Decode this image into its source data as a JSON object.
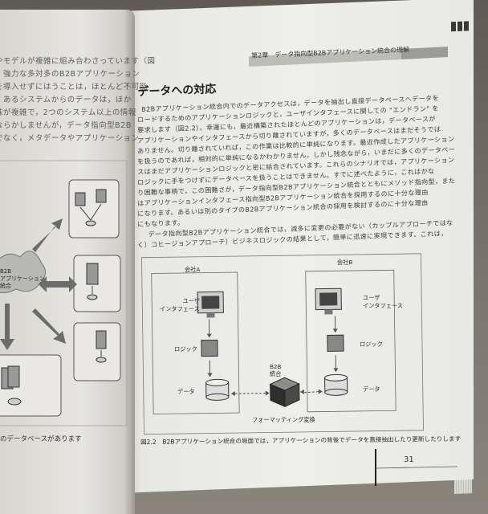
{
  "right_page": {
    "running_head": "第2章　データ指向型B2Bアプリケーション統合の理解",
    "section_title": "データへの対応",
    "body_lines": [
      "B2Bアプリケーション統合内でのデータアクセスは，データを抽出し直接データベースへデータを",
      "ロードするためのアプリケーションロジックと，ユーザインタフェースに関しての \"エンドラン\" を",
      "要求します（図2.2）。幸運にも，最近構築されたほとんどのアプリケーションは，データベースが",
      "アプリケーションやインタフェースから切り離されていますが，多くのデータベースはまだそうでは",
      "ありません。切り離されていれば，この作業は比較的に単純になります。最近作成したアプリケーション",
      "を扱うのであれば，相対的に単純になるかわかりません。しかし残念ながら，いまだに多くのデータベー",
      "スはまだアプリケーションロジックと密に結合されています。これらのシナリオでは，アプリケーション",
      "ロジックに手をつけずにデータベースを扱うことはできません。すでに述べたように，これはかな",
      "り困難な事柄で，この困難さが，データ指向型B2Bアプリケーション統合とともにメソッド指向型，また",
      "はアプリケーションインタフェース指向型B2Bアプリケーション統合を採用するのに十分な理由",
      "になります。あるいは別のタイプのB2Bアプリケーション統合の採用を検討するのに十分な理由",
      "にもなります。",
      "　データ指向型B2Bアプリケーション統合では，減多に変更の必要がない（カップルアプローチではな",
      "く）コヒージョンアプローチ）ビジネスロジックの結果として，簡単に迅速に実現できます。これは，"
    ],
    "caption": "図2.2　B2Bアプリケーション統合の局面では，アプリケーションの背後でデータを直接抽出したり更新したりします",
    "page_number": "31"
  },
  "diagram": {
    "company_a": "会社A",
    "company_b": "会社B",
    "ui_label": "ユーザ\nインタフェース",
    "logic_label": "ロジック",
    "data_label": "データ",
    "hub_label": "B2B\n統合",
    "format_label": "フォーマッティング変換"
  },
  "left_page": {
    "text_lines": [
      "やモデルが複雑に組み合わさっています（図",
      "，強力な多対多のB2Bアプリケーション",
      "を導入せずにはうことは，ほとんど不可能",
      "。あるシステムからのデータは，ほか",
      "味が複雑で，2つのシステム以上の情報",
      "ならかしませんが，データ指向型B2B",
      "でなく，メタデータやアプリケーション"
    ],
    "cloud_label": "B2B\nアプリケーション\n統合",
    "bottom_caption": "のデータベースがあります"
  },
  "colors": {
    "paper": "#ececE8",
    "ink": "#333333",
    "header_blocks": "#3a3a3a"
  }
}
